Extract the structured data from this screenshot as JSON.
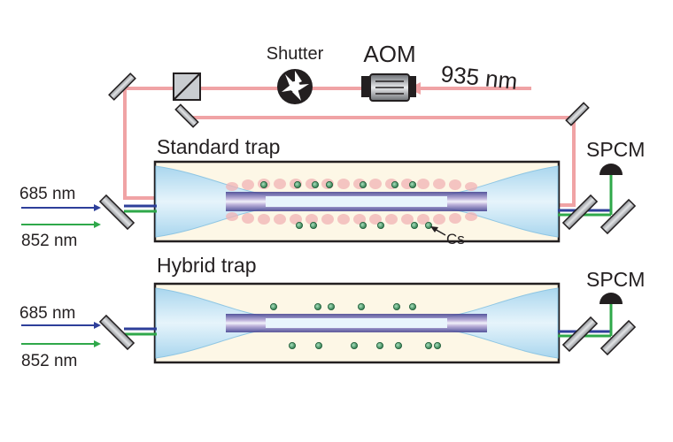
{
  "labels": {
    "shutter": "Shutter",
    "aom": "AOM",
    "wavelength_935": "935 nm",
    "spcm": "SPCM",
    "standard_trap": "Standard trap",
    "hybrid_trap": "Hybrid trap",
    "wavelength_685": "685 nm",
    "wavelength_852": "852 nm",
    "cs": "Cs"
  },
  "colors": {
    "trap_beam": "#f0a3a5",
    "probe_685": "#2e3f9a",
    "probe_852": "#2fa84a",
    "fiber_fill": "#bfe2f2",
    "chamber_bg": "#fdf7e6",
    "atoms": "#5aa878",
    "mirror": "#b9bcbf"
  }
}
